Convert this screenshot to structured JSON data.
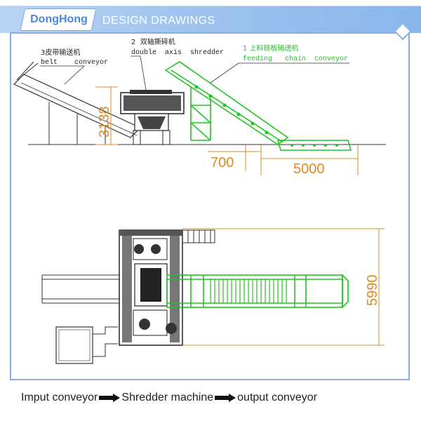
{
  "header": {
    "brand": "DongHong",
    "title": "DESIGN DRAWINGS",
    "colors": {
      "banner": "#9fc3ee",
      "brand_text": "#4a88d8"
    }
  },
  "drawing": {
    "labels": {
      "belt_conveyor_cn": "3皮带输送机",
      "belt_conveyor_en": "belt    conveyor",
      "shredder_cn": "2  双轴撕碎机",
      "shredder_en": "double  axis  shredder",
      "feeding_cn": "1 上料链板输送机",
      "feeding_en": "feeding   chain  conveyor"
    },
    "dimensions": {
      "height": "3138",
      "offset": "700",
      "length": "5000",
      "width": "5990"
    },
    "colors": {
      "green": "#22c422",
      "dimension": "#e08a1e",
      "line": "#333333"
    }
  },
  "caption": {
    "step1": "Imput conveyor",
    "step2": "Shredder machine",
    "step3": "output conveyor",
    "arrow_icon": "right-arrow-icon"
  }
}
